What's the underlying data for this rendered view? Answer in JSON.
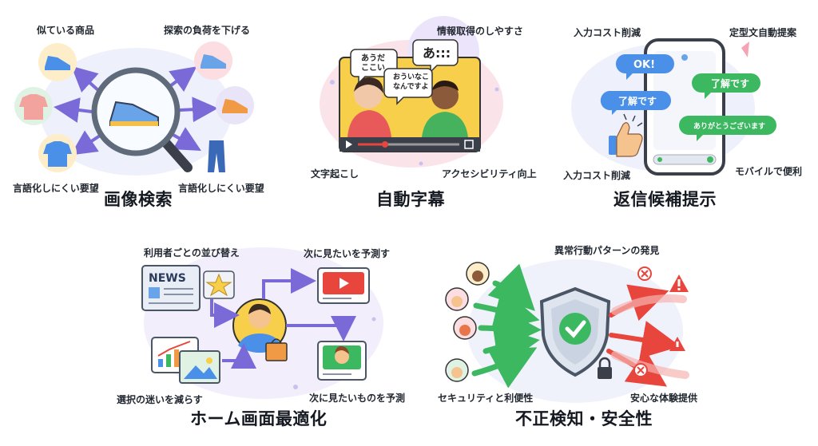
{
  "panels": {
    "image_search": {
      "title": "画像検索",
      "labels": {
        "similar": "似ている商品",
        "reduce_effort": "探索の負荷を下げる",
        "hard_left": "言語化しにくい要望",
        "hard_right": "言語化しにくい要望"
      }
    },
    "auto_caption": {
      "title": "自動字幕",
      "labels": {
        "findability": "情報取得のしやすさ",
        "transcription": "文字起こし",
        "accessibility": "アクセシビリティ向上"
      },
      "bubbles": {
        "left": "あうだ\nここい",
        "right": "あ:::",
        "middle": "おういなこ\nなんですよ"
      }
    },
    "reply_suggest": {
      "title": "返信候補提示",
      "labels": {
        "cost_top": "入力コスト削減",
        "template": "定型文自動提案",
        "cost_bottom": "入力コスト削減",
        "mobile": "モバイルで便利"
      },
      "bubbles": {
        "ok": "OK!",
        "understood_left": "了解です",
        "understood_right": "了解です",
        "thanks": "ありがとうございます"
      }
    },
    "home_optimize": {
      "title": "ホーム画面最適化",
      "labels": {
        "reorder": "利用者ごとの並び替え",
        "predict_top": "次に見たいを予測す",
        "choice": "選択の迷いを減らす",
        "predict_bottom": "次に見たいものを予測"
      },
      "news": "NEWS"
    },
    "fraud_detect": {
      "title": "不正検知・安全性",
      "labels": {
        "anomaly": "異常行動パターンの発見",
        "security": "セキュリティと利便性",
        "safe": "安心な体験提供"
      }
    }
  },
  "colors": {
    "blue": "#4a8fe8",
    "green": "#3cb861",
    "purple": "#7a6ad8",
    "orange": "#f09a46",
    "pink": "#f5a3b5",
    "red": "#e8453c",
    "yellow": "#f7cf4a"
  }
}
